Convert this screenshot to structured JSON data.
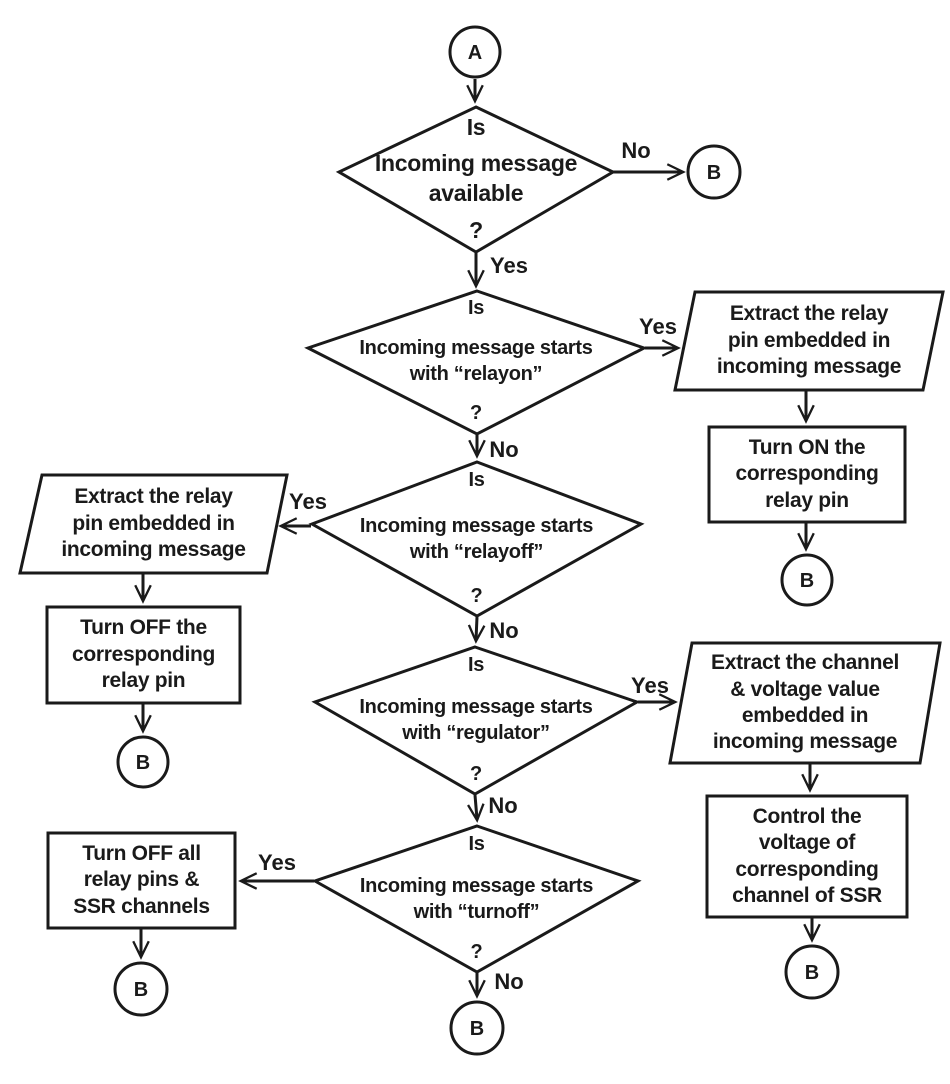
{
  "colors": {
    "ink": "#1a1a1a",
    "background": "#ffffff"
  },
  "terminals": {
    "start": "A",
    "end": "B"
  },
  "decisions": [
    {
      "prefix": "Is",
      "text": "Incoming message\navailable",
      "suffix": "?",
      "yes_label": "Yes",
      "no_label": "No"
    },
    {
      "prefix": "Is",
      "text": "Incoming message starts\nwith “relayon”",
      "suffix": "?",
      "yes_label": "Yes",
      "no_label": "No"
    },
    {
      "prefix": "Is",
      "text": "Incoming message starts\nwith “relayoff”",
      "suffix": "?",
      "yes_label": "Yes",
      "no_label": "No"
    },
    {
      "prefix": "Is",
      "text": "Incoming message starts\nwith “regulator”",
      "suffix": "?",
      "yes_label": "Yes",
      "no_label": "No"
    },
    {
      "prefix": "Is",
      "text": "Incoming message starts\nwith “turnoff”",
      "suffix": "?",
      "yes_label": "Yes",
      "no_label": "No"
    }
  ],
  "processes": {
    "extract_relay_on": "Extract the relay\npin embedded in\nincoming message",
    "turn_on_relay": "Turn ON the\ncorresponding\nrelay pin",
    "extract_relay_off": "Extract the relay\npin embedded in\nincoming message",
    "turn_off_relay": "Turn OFF the\ncorresponding\nrelay pin",
    "extract_channel_voltage": "Extract the channel\n& voltage value\nembedded in\nincoming message",
    "control_ssr_voltage": "Control the\nvoltage of\ncorresponding\nchannel of SSR",
    "turn_off_all": "Turn OFF all\nrelay pins &\nSSR channels"
  }
}
